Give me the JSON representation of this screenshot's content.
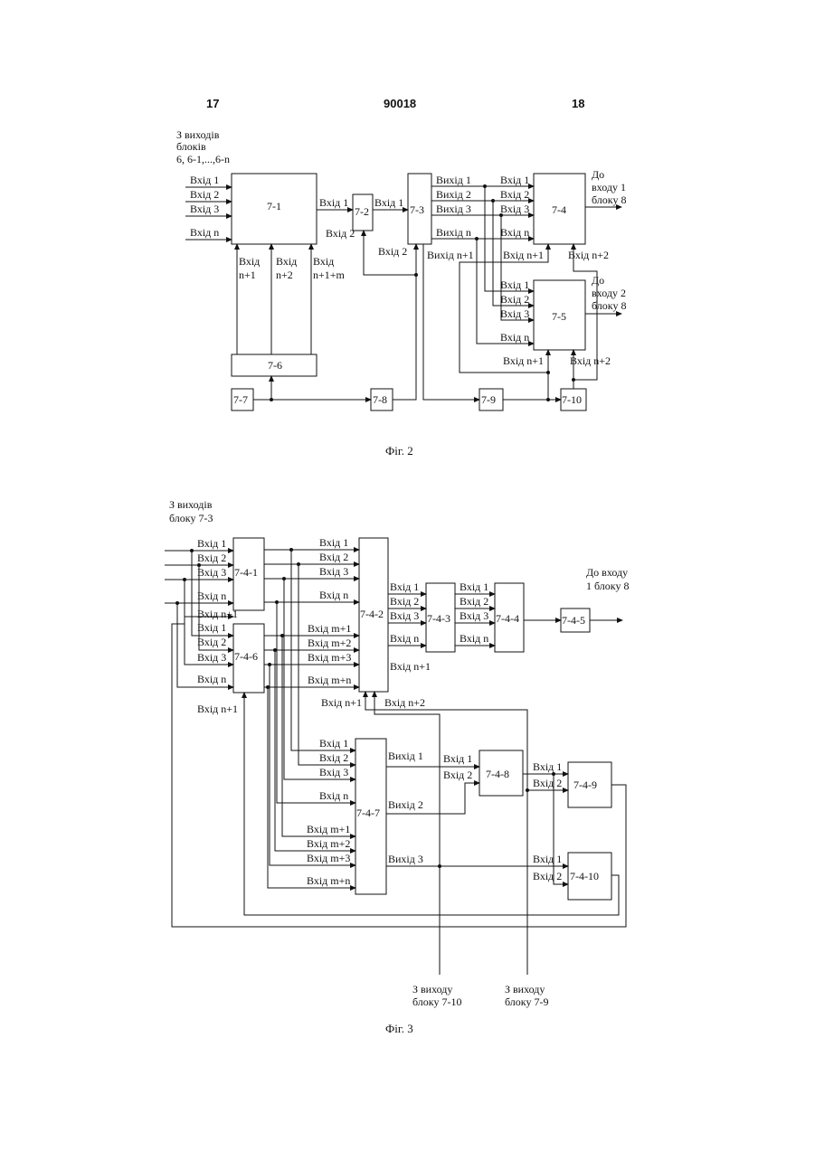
{
  "header": {
    "left": "17",
    "center": "90018",
    "right": "18"
  },
  "fig2": {
    "source_note": [
      "З виходів",
      "блоків",
      "6, 6-1,...,6-n"
    ],
    "blocks": {
      "b71": "7-1",
      "b72": "7-2",
      "b73": "7-3",
      "b74": "7-4",
      "b75": "7-5",
      "b76": "7-6",
      "b77": "7-7",
      "b78": "7-8",
      "b79": "7-9",
      "b710": "7-10"
    },
    "inputs_71": [
      "Вхід 1",
      "Вхід 2",
      "Вхід 3",
      "Вхід n"
    ],
    "inputs_71_bottom": [
      "Вхід",
      "n+1",
      "Вхід",
      "n+2",
      "Вхід",
      "n+1+m"
    ],
    "in72": [
      "Вхід 1",
      "Вхід 2"
    ],
    "in73": [
      "Вхід 1",
      "Вхід 2"
    ],
    "out73": [
      "Вихід 1",
      "Вихід 2",
      "Вихід 3",
      "Вихід n",
      "Вихід n+1"
    ],
    "in74": [
      "Вхід 1",
      "Вхід 2",
      "Вхід 3",
      "Вхід n",
      "Вхід n+1",
      "Вхід n+2"
    ],
    "in75": [
      "Вхід 1",
      "Вхід 2",
      "Вхід 3",
      "Вхід n",
      "Вхід n+1",
      "Вхід n+2"
    ],
    "dest74": [
      "До",
      "входу 1",
      "блоку 8"
    ],
    "dest75": [
      "До",
      "входу 2",
      "блоку 8"
    ],
    "caption": "Фіг. 2"
  },
  "fig3": {
    "source_note": [
      "З виходів",
      "блоку  7-3"
    ],
    "blocks": {
      "b741": "7-4-1",
      "b742": "7-4-2",
      "b743": "7-4-3",
      "b744": "7-4-4",
      "b745": "7-4-5",
      "b746": "7-4-6",
      "b747": "7-4-7",
      "b748": "7-4-8",
      "b749": "7-4-9",
      "b7410": "7-4-10"
    },
    "in741": [
      "Вхід 1",
      "Вхід 2",
      "Вхід 3",
      "Вхід n",
      "Вхід n+1"
    ],
    "in746": [
      "Вхід 1",
      "Вхід 2",
      "Вхід 3",
      "Вхід n",
      "Вхід n+1"
    ],
    "in742": [
      "Вхід 1",
      "Вхід 2",
      "Вхід 3",
      "Вхід n",
      "Вхід m+1",
      "Вхід m+2",
      "Вхід m+3",
      "Вхід m+n",
      "Вхід n+1",
      "Вхід n+2"
    ],
    "in743": [
      "Вхід 1",
      "Вхід 2",
      "Вхід 3",
      "Вхід n",
      "Вхід n+1"
    ],
    "in744": [
      "Вхід 1",
      "Вхід 2",
      "Вхід 3",
      "Вхід n"
    ],
    "in747": [
      "Вхід 1",
      "Вхід 2",
      "Вхід 3",
      "Вхід n",
      "Вхід m+1",
      "Вхід m+2",
      "Вхід m+3",
      "Вхід m+n"
    ],
    "out747": [
      "Вихід 1",
      "Вихід 2",
      "Вихід 3"
    ],
    "in748": [
      "Вхід 1",
      "Вхід 2"
    ],
    "in749": [
      "Вхід 1",
      "Вхід 2"
    ],
    "in7410": [
      "Вхід 1",
      "Вхід 2"
    ],
    "dest": [
      "До входу",
      "1 блоку 8"
    ],
    "src1": [
      "З виходу",
      "блоку 7-10"
    ],
    "src2": [
      "З виходу",
      "блоку 7-9"
    ],
    "caption": "Фіг. 3"
  }
}
